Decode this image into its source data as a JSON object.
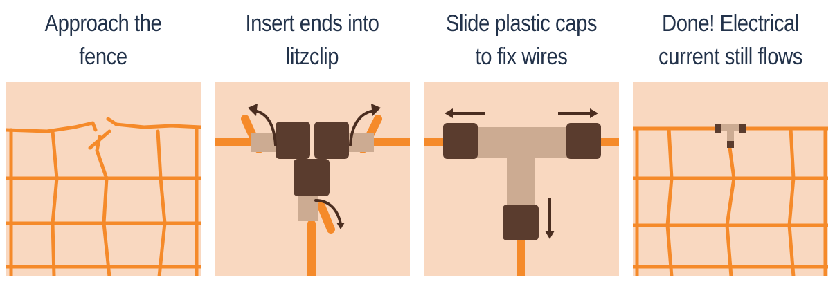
{
  "steps": [
    {
      "title": "Approach the fence",
      "illustration": "broken-fence-grid"
    },
    {
      "title": "Insert ends into litzclip",
      "illustration": "wires-into-clip"
    },
    {
      "title": "Slide plastic caps to fix wires",
      "illustration": "slide-caps"
    },
    {
      "title": "Done! Electrical current still flows",
      "illustration": "repaired-fence-grid"
    }
  ],
  "colors": {
    "background": "#ffffff",
    "panel": "#f9d8c0",
    "wire": "#f58a2a",
    "clip_body": "#ccab92",
    "cap": "#5a3c2e",
    "arrow": "#4a2d20",
    "title_text": "#22324a"
  }
}
